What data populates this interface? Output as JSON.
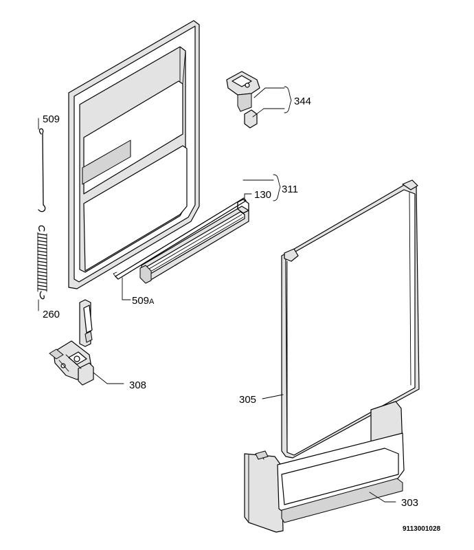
{
  "labels": {
    "p509": "509",
    "p260": "260",
    "p509a_num": "509",
    "p509a_suffix": "A",
    "p311": "311",
    "p130": "130",
    "p344": "344",
    "p308": "308",
    "p305": "305",
    "p303": "303"
  },
  "drawing_code": "9113001028"
}
